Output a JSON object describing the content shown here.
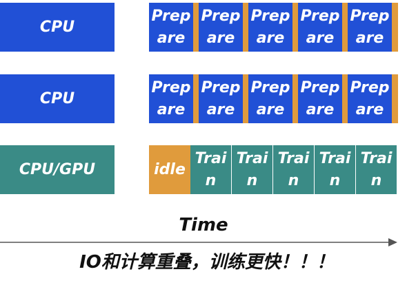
{
  "rows": [
    {
      "label": "CPU",
      "blocks": [
        {
          "line1": "Prep",
          "line2": "are"
        },
        {
          "line1": "Prep",
          "line2": "are"
        },
        {
          "line1": "Prep",
          "line2": "are"
        },
        {
          "line1": "Prep",
          "line2": "are"
        },
        {
          "line1": "Prep",
          "line2": "are"
        }
      ]
    },
    {
      "label": "CPU",
      "blocks": [
        {
          "line1": "Prep",
          "line2": "are"
        },
        {
          "line1": "Prep",
          "line2": "are"
        },
        {
          "line1": "Prep",
          "line2": "are"
        },
        {
          "line1": "Prep",
          "line2": "are"
        },
        {
          "line1": "Prep",
          "line2": "are"
        }
      ]
    },
    {
      "label": "CPU/GPU",
      "idle": "idle",
      "blocks": [
        {
          "line1": "Trai",
          "line2": "n"
        },
        {
          "line1": "Trai",
          "line2": "n"
        },
        {
          "line1": "Trai",
          "line2": "n"
        },
        {
          "line1": "Trai",
          "line2": "n"
        },
        {
          "line1": "Trai",
          "line2": "n"
        }
      ]
    }
  ],
  "axis_label": "Time",
  "caption": "IO和计算重叠，训练更快！！！",
  "colors": {
    "cpu": "#2150d6",
    "gpu": "#3a8b86",
    "idle": "#e09b3c",
    "arrow": "#555555"
  }
}
